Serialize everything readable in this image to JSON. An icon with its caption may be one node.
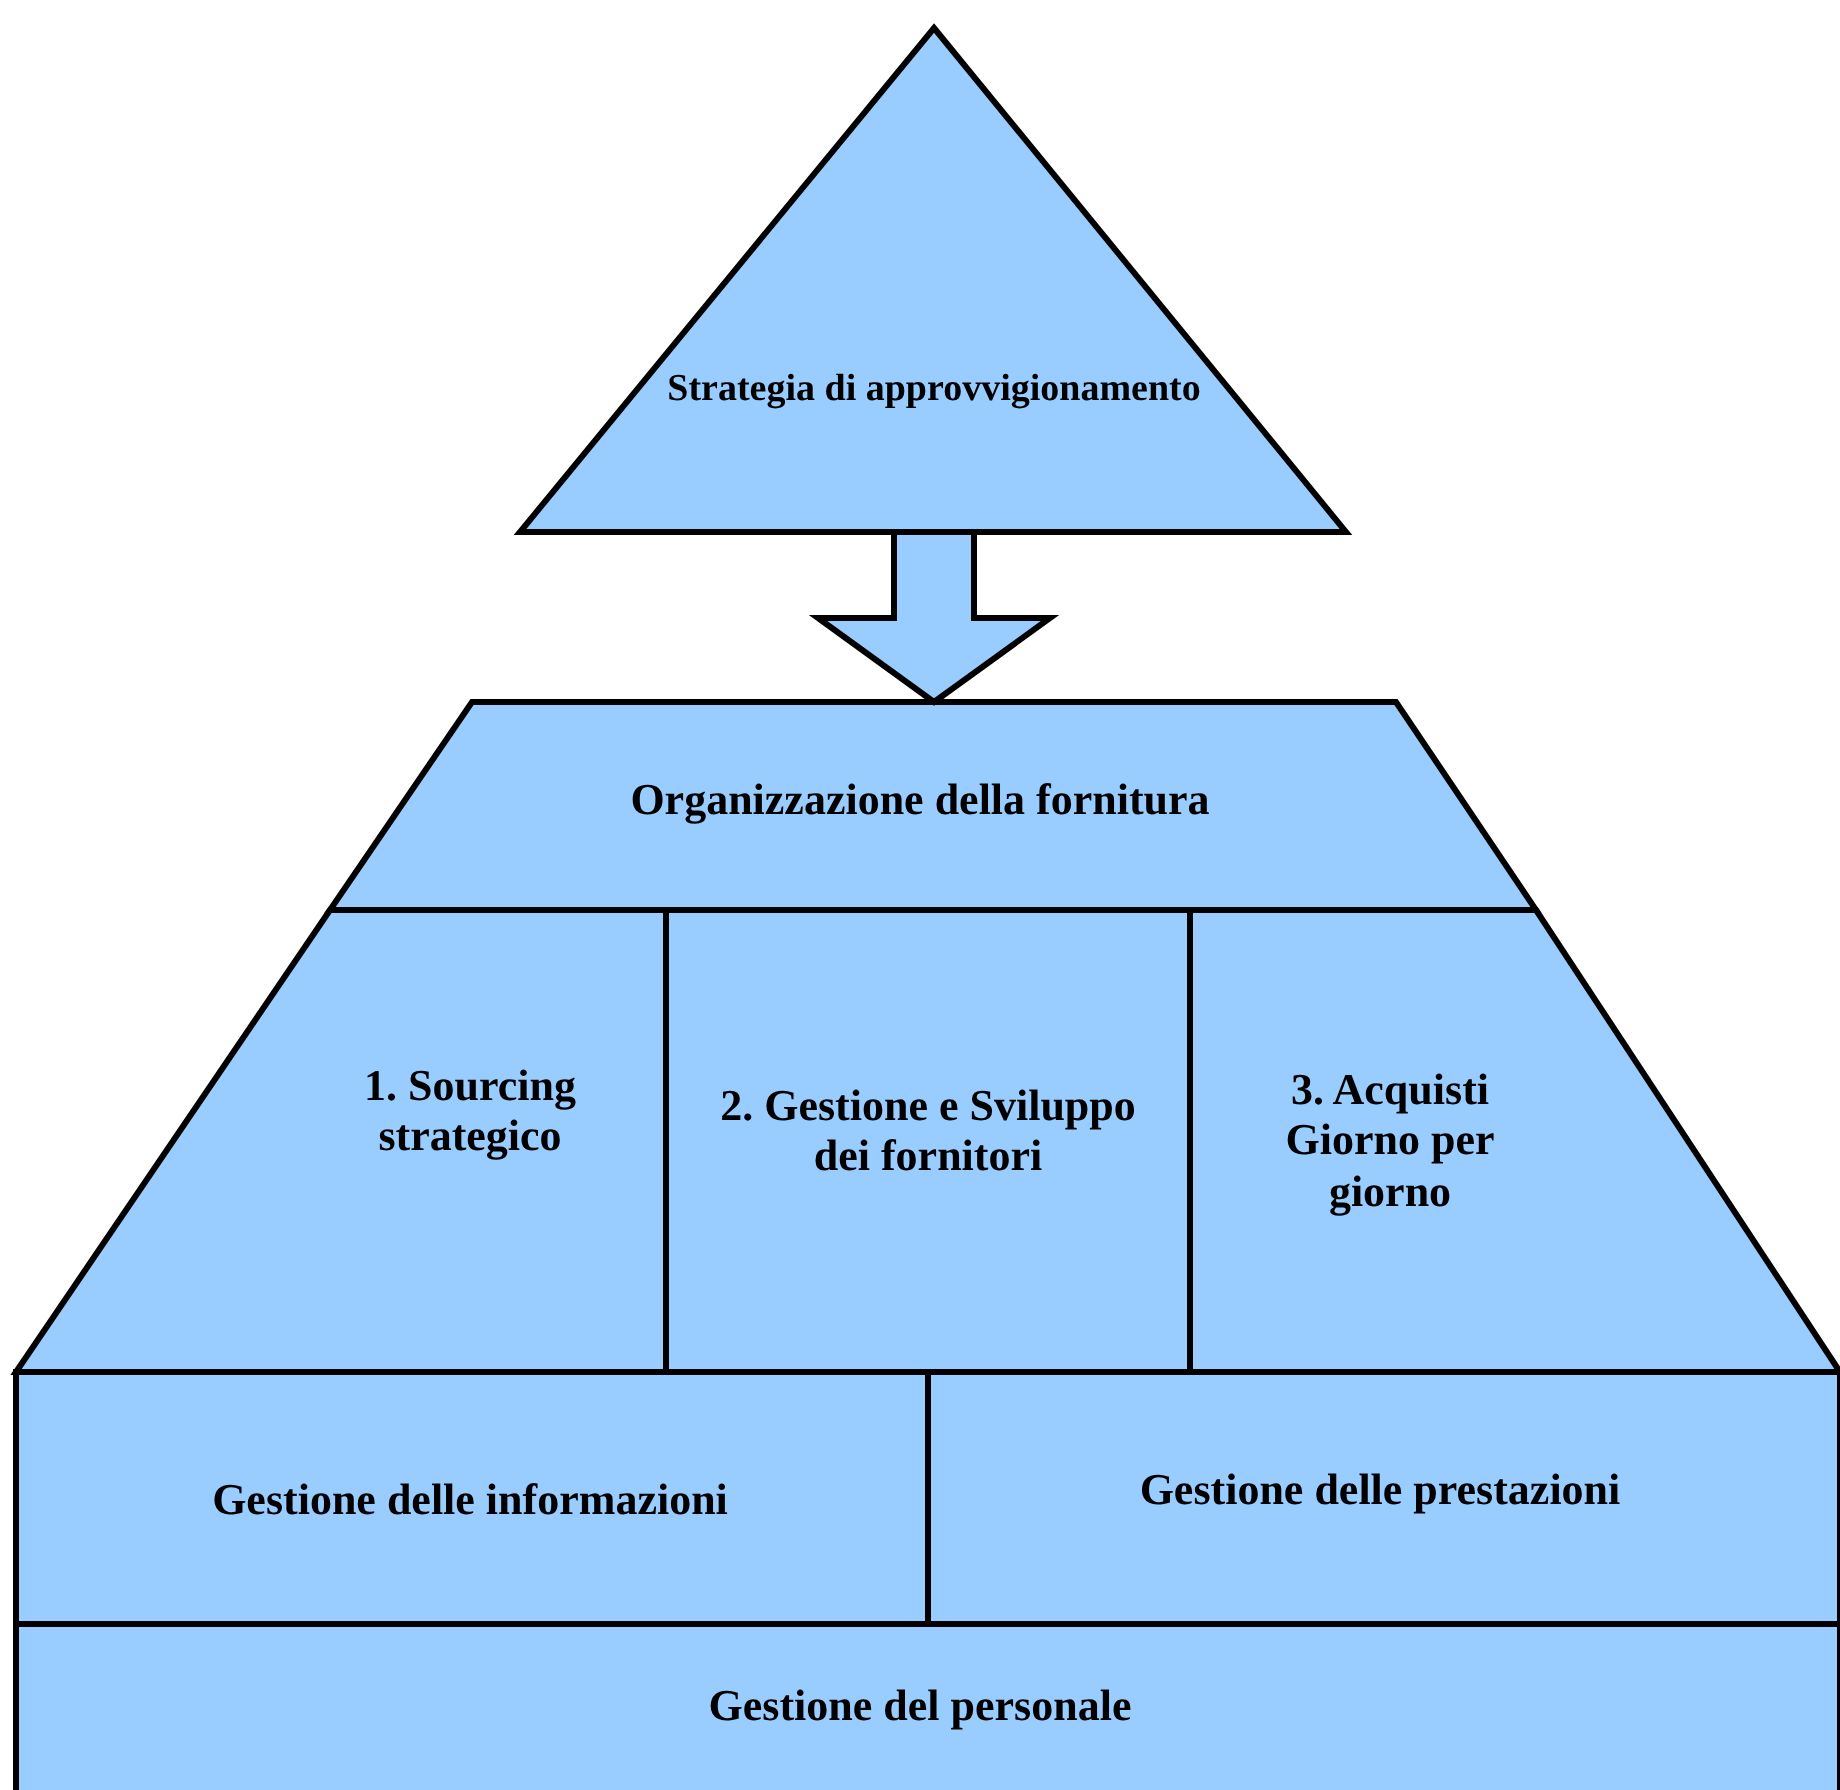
{
  "diagram": {
    "nodes": [
      {
        "text": [
          "Strategia di approvvigionamento"
        ]
      },
      {
        "text": [
          "Organizzazione della fornitura"
        ]
      },
      {
        "text": [
          "1. Sourcing strategico"
        ]
      },
      {
        "text": [
          "2. Gestione e Sviluppo dei fornitori"
        ]
      },
      {
        "text": [
          "3. Acquisti Giorno per giorno"
        ]
      },
      {
        "text": [
          "Gestione delle informazioni"
        ]
      },
      {
        "text": [
          "Gestione delle prestazioni"
        ]
      },
      {
        "text": [
          "Gestione del personale"
        ]
      }
    ],
    "edges": [
      {
        "from": 0,
        "to": 1,
        "arrow": "to",
        "style": "thick"
      }
    ]
  }
}
